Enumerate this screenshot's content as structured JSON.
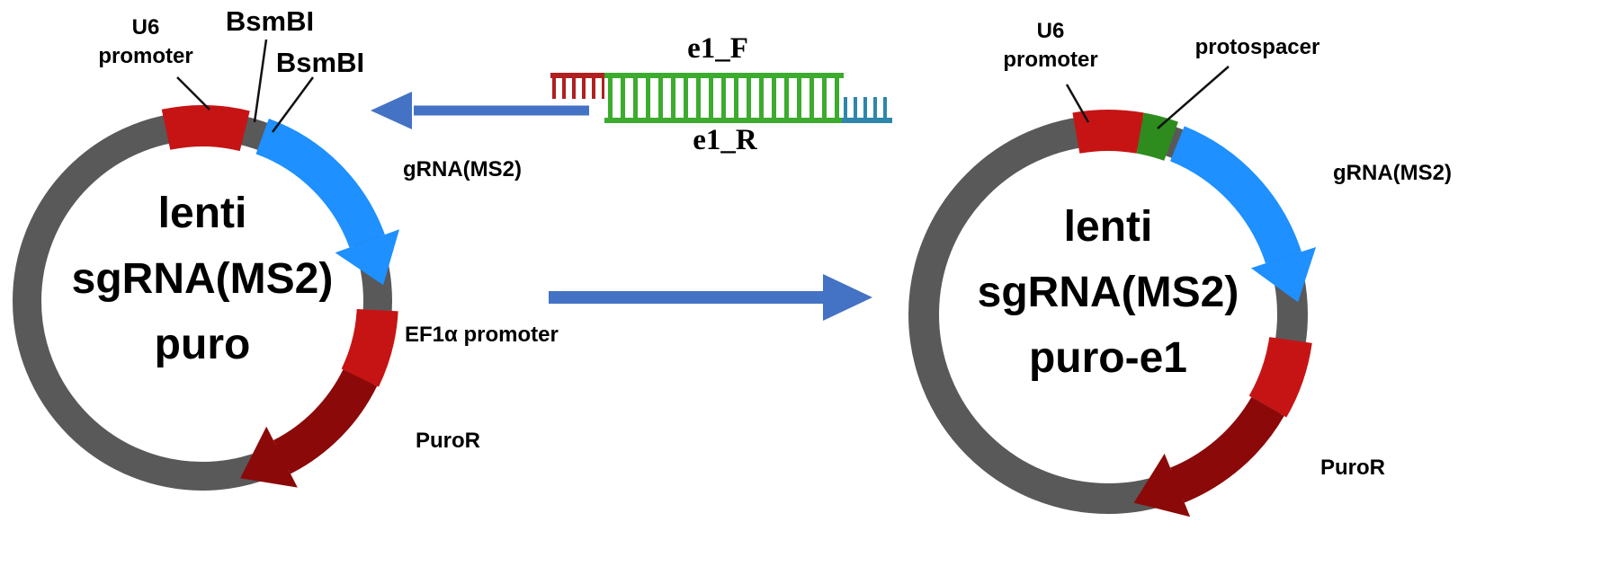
{
  "left_plasmid": {
    "name_lines": [
      "lenti",
      "sgRNA(MS2)",
      "puro"
    ],
    "u6_label": {
      "line1": "U6",
      "line2": "promoter"
    },
    "bsmbi_label_1": "BsmBI",
    "bsmbi_label_2": "BsmBI",
    "grna_label": "gRNA(MS2)",
    "ef1a_label": "EF1α promoter",
    "puror_label": "PuroR"
  },
  "insert": {
    "top_strand_label": "e1_F",
    "bottom_strand_label": "e1_R"
  },
  "right_plasmid": {
    "name_lines": [
      "lenti",
      "sgRNA(MS2)",
      "puro-e1"
    ],
    "u6_label": {
      "line1": "U6",
      "line2": "promoter"
    },
    "protospacer_label": "protospacer",
    "grna_label": "gRNA(MS2)",
    "puror_label": "PuroR"
  },
  "colors": {
    "backbone_gray": "#595959",
    "promoter_red": "#c61414",
    "puror_dark_red": "#8b0909",
    "grna_blue": "#1e90ff",
    "protospacer_green": "#2e8b1e",
    "process_arrow_blue": "#4472c4",
    "insert_green": "#3cab2e",
    "overhang_red": "#b02020",
    "overhang_teal": "#2e86ab"
  }
}
